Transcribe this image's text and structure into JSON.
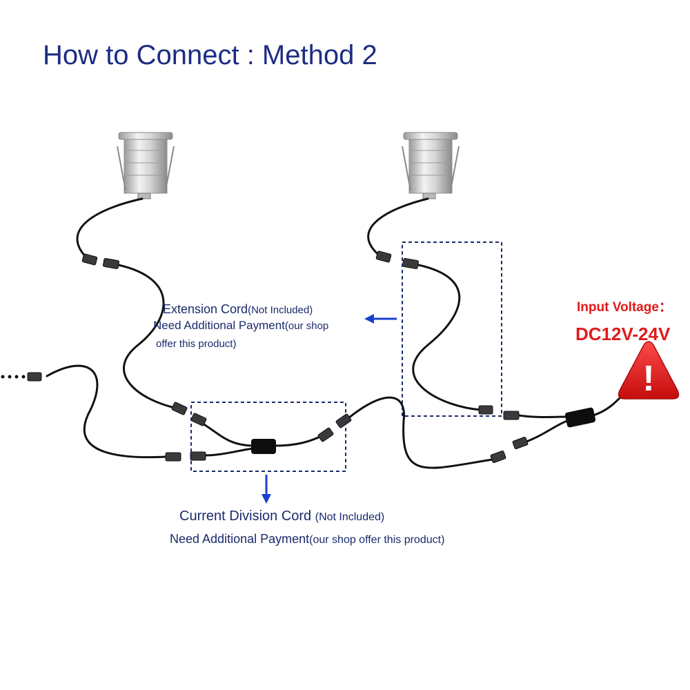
{
  "title": "How to Connect : Method 2",
  "extension_cord": {
    "name": "Extension Cord",
    "note": "(Not Included)",
    "line2_main": "Need Additional Payment",
    "line2_small": "(our shop",
    "line3": "offer this product)"
  },
  "division_cord": {
    "name": "Current Division Cord",
    "note": "(Not Included)",
    "line2_main": "Need Additional Payment",
    "line2_small": "(our shop offer this product)"
  },
  "input_voltage": {
    "label": "Input Voltage：",
    "value": "DC12V-24V"
  },
  "warning_icon": {
    "symbol": "!",
    "color": "#e11a1a"
  },
  "colors": {
    "label_blue": "#1a2a6c",
    "arrow_blue": "#1a3fd0",
    "box_dash": "#1a2a6c",
    "warning_red": "#e11a1a"
  }
}
